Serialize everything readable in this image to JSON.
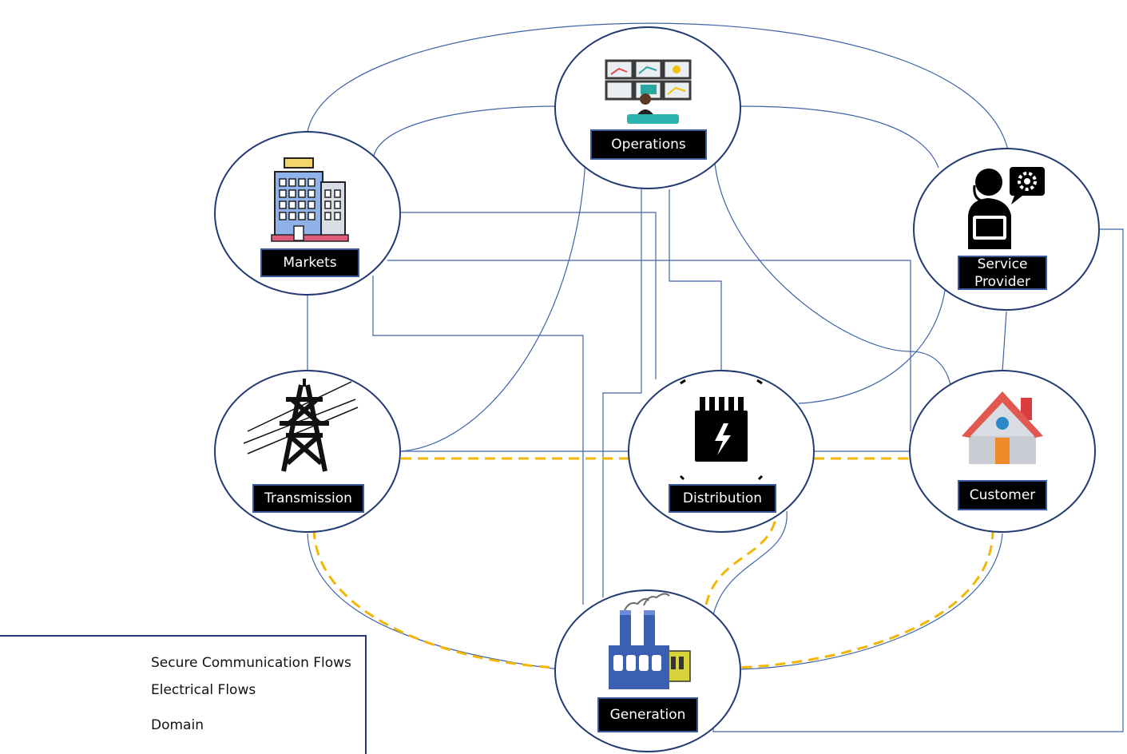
{
  "domains": {
    "operations": "Operations",
    "markets": "Markets",
    "service_provider": "Service\nProvider",
    "transmission": "Transmission",
    "distribution": "Distribution",
    "customer": "Customer",
    "generation": "Generation"
  },
  "legend": {
    "communication": "Secure Communication Flows",
    "electrical": "Electrical Flows",
    "domain": "Domain"
  },
  "colors": {
    "communication_line": "#2f4e8f",
    "electrical_line": "#f2b705",
    "domain_border": "#233a73"
  },
  "icons": [
    "monitors-operator-icon",
    "office-building-icon",
    "support-agent-gear-icon",
    "power-tower-icon",
    "transformer-icon",
    "house-icon",
    "factory-icon"
  ]
}
